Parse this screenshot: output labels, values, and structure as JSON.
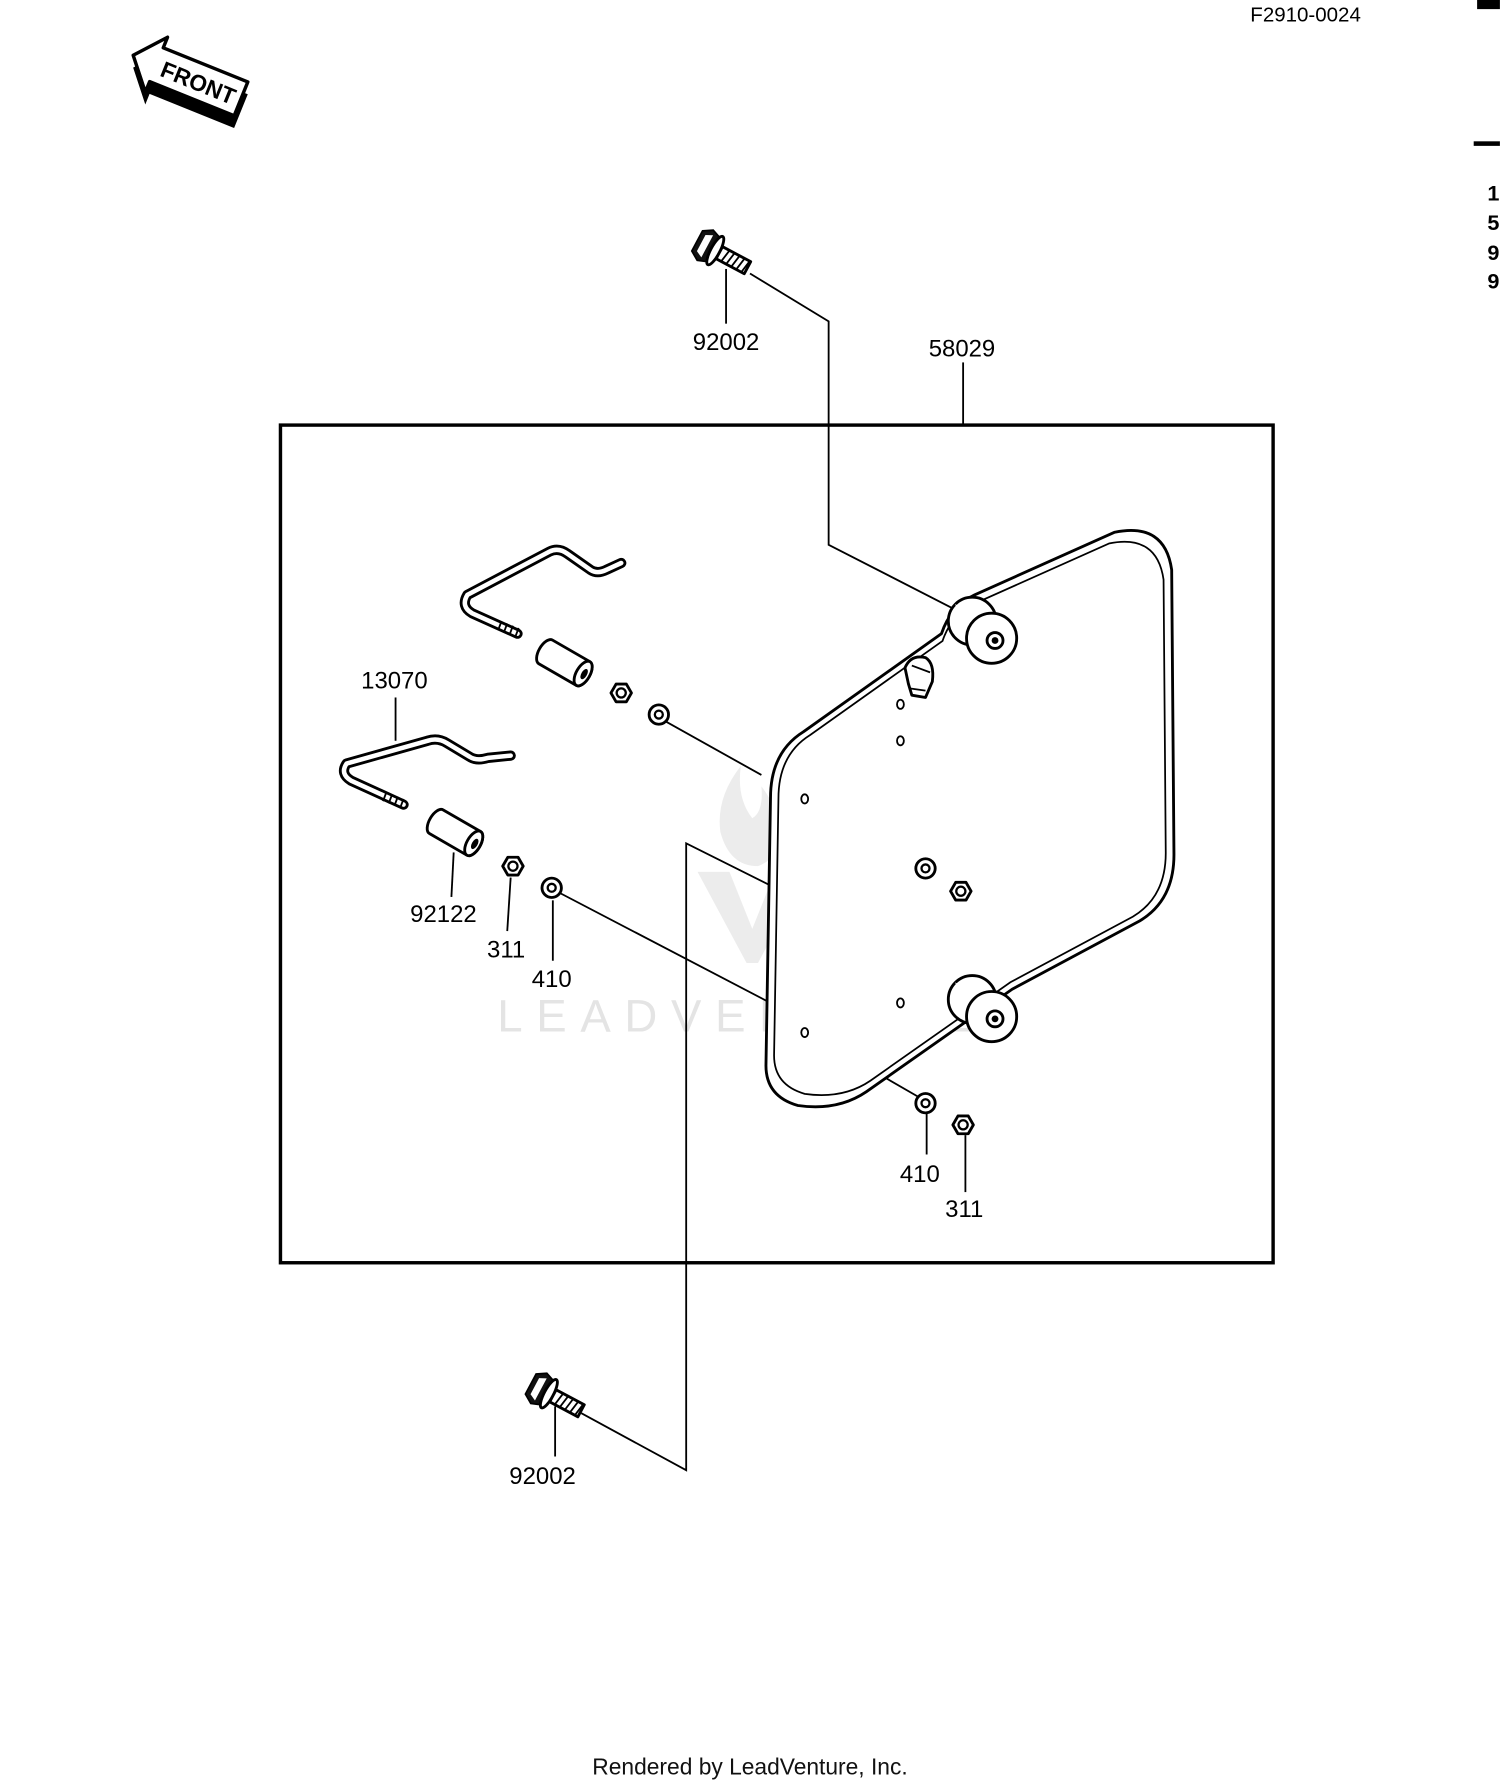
{
  "header": {
    "drawing_code": "F2910-0024"
  },
  "front_badge": {
    "label": "FRONT"
  },
  "parts": {
    "bolt_top": "92002",
    "plate": "58029",
    "rod": "13070",
    "spacer": "92122",
    "nut_left": "311",
    "washer_left": "410",
    "washer_right": "410",
    "nut_right": "311",
    "bolt_bottom": "92002"
  },
  "edge_text": [
    "1",
    "5",
    "9",
    "9"
  ],
  "watermark": {
    "text": "LEADVENTURE"
  },
  "footer": {
    "credit": "Rendered by LeadVenture, Inc."
  }
}
